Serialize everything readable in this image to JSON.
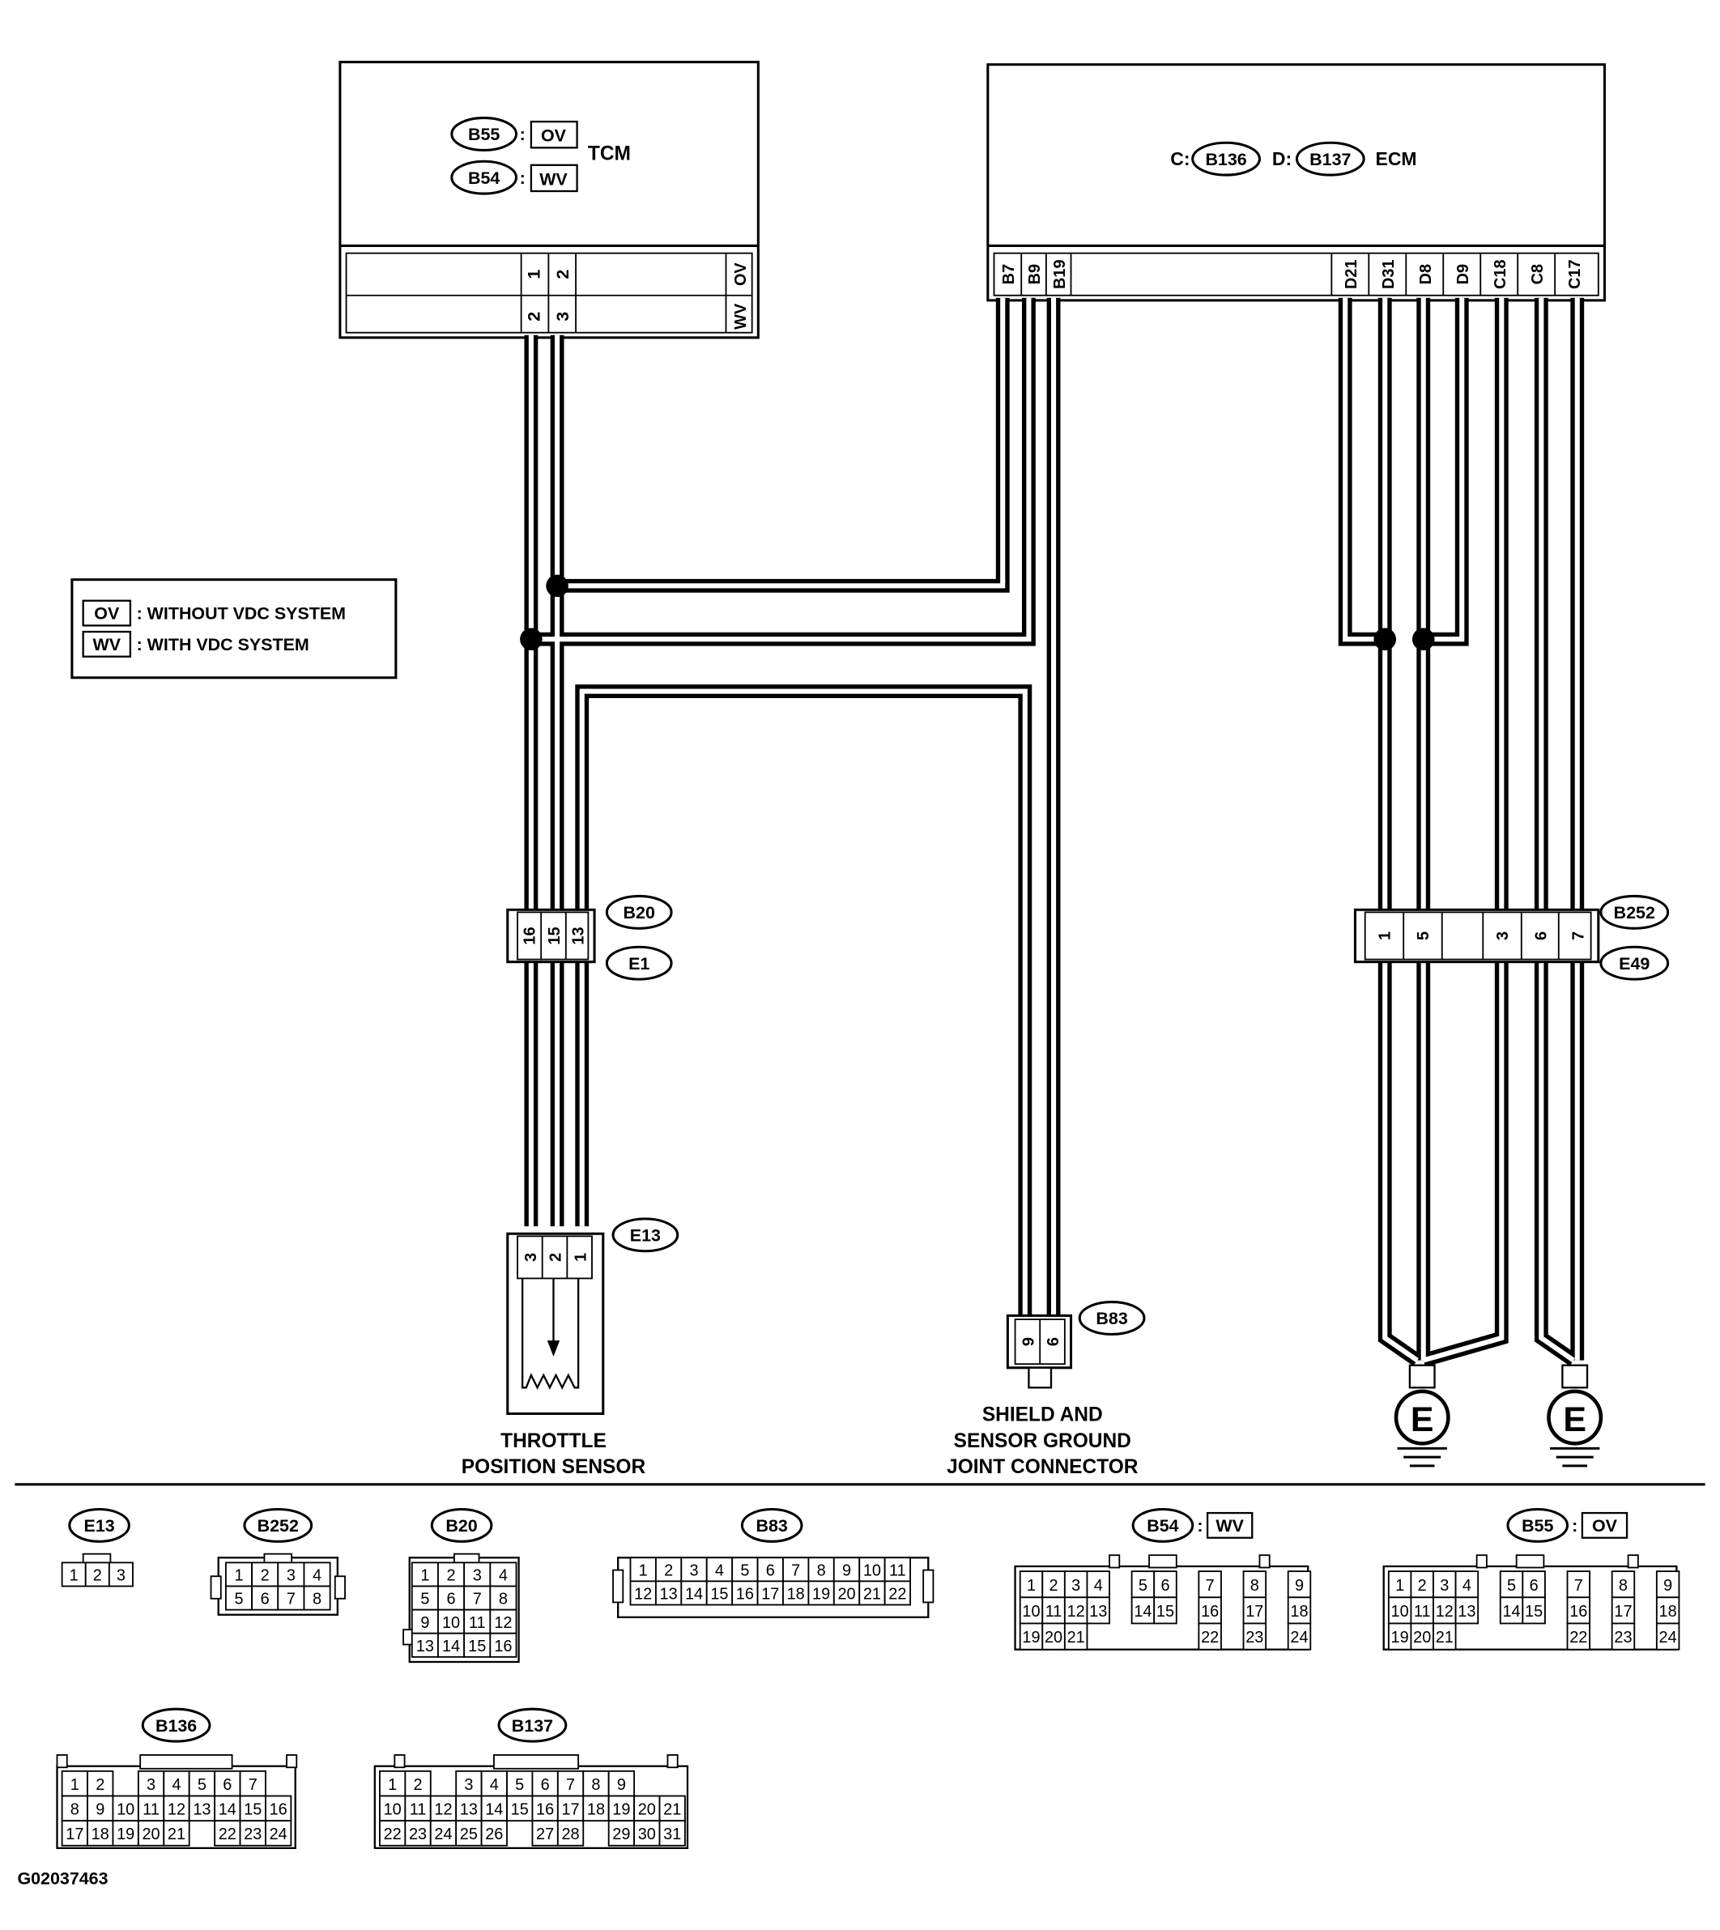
{
  "tcm": {
    "connector_a": "B55",
    "connector_b": "B54",
    "variant_a": "OV",
    "variant_b": "WV",
    "label": "TCM",
    "ov_pins": [
      "1",
      "2"
    ],
    "wv_pins": [
      "2",
      "3"
    ]
  },
  "ecm": {
    "prefix_c": "C:",
    "prefix_d": "D:",
    "connector_c": "B136",
    "connector_d": "B137",
    "label": "ECM",
    "pins_left": [
      "B7",
      "B9",
      "B19"
    ],
    "pins_right": [
      "D21",
      "D31",
      "D8",
      "D9",
      "C18",
      "C8",
      "C17"
    ]
  },
  "legend": {
    "ov_code": "OV",
    "ov_text": ": WITHOUT VDC SYSTEM",
    "wv_code": "WV",
    "wv_text": ": WITH VDC SYSTEM"
  },
  "b20_e1": {
    "top_label": "B20",
    "bottom_label": "E1",
    "pins": [
      "16",
      "15",
      "13"
    ]
  },
  "e13": {
    "label": "E13",
    "pins": [
      "3",
      "2",
      "1"
    ]
  },
  "b252_e49": {
    "top_label": "B252",
    "bottom_label": "E49",
    "pins": [
      "1",
      "5",
      "3",
      "6",
      "7"
    ]
  },
  "b83": {
    "label": "B83",
    "pins": [
      "9",
      "6"
    ]
  },
  "ground": {
    "symbol": "E"
  },
  "captions": {
    "throttle_line1": "THROTTLE",
    "throttle_line2": "POSITION SENSOR",
    "shield_line1": "SHIELD AND",
    "shield_line2": "SENSOR GROUND",
    "shield_line3": "JOINT CONNECTOR"
  },
  "connector_views": [
    {
      "id": "E13",
      "rows": [
        [
          "1",
          "2",
          "3"
        ]
      ]
    },
    {
      "id": "B252",
      "rows": [
        [
          "1",
          "2",
          "3",
          "4"
        ],
        [
          "5",
          "6",
          "7",
          "8"
        ]
      ]
    },
    {
      "id": "B20",
      "rows": [
        [
          "1",
          "2",
          "3",
          "4"
        ],
        [
          "5",
          "6",
          "7",
          "8"
        ],
        [
          "9",
          "10",
          "11",
          "12"
        ],
        [
          "13",
          "14",
          "15",
          "16"
        ]
      ]
    },
    {
      "id": "B83",
      "rows": [
        [
          "1",
          "2",
          "3",
          "4",
          "5",
          "6",
          "7",
          "8",
          "9",
          "10",
          "11"
        ],
        [
          "12",
          "13",
          "14",
          "15",
          "16",
          "17",
          "18",
          "19",
          "20",
          "21",
          "22"
        ]
      ]
    },
    {
      "id": "B54",
      "variant": "WV",
      "rows": [
        [
          "1",
          "2",
          "3",
          "4",
          "",
          "5",
          "6",
          "",
          "7",
          "",
          "8",
          "",
          "9"
        ],
        [
          "10",
          "11",
          "12",
          "13",
          "",
          "14",
          "15",
          "",
          "16",
          "",
          "17",
          "",
          "18"
        ],
        [
          "19",
          "20",
          "21",
          "",
          "",
          "",
          "",
          "",
          "22",
          "",
          "23",
          "",
          "24"
        ]
      ]
    },
    {
      "id": "B55",
      "variant": "OV",
      "rows": [
        [
          "1",
          "2",
          "3",
          "4",
          "",
          "5",
          "6",
          "",
          "7",
          "",
          "8",
          "",
          "9"
        ],
        [
          "10",
          "11",
          "12",
          "13",
          "",
          "14",
          "15",
          "",
          "16",
          "",
          "17",
          "",
          "18"
        ],
        [
          "19",
          "20",
          "21",
          "",
          "",
          "",
          "",
          "",
          "22",
          "",
          "23",
          "",
          "24"
        ]
      ]
    },
    {
      "id": "B136",
      "rows": [
        [
          "1",
          "2",
          "",
          "3",
          "4",
          "5",
          "6",
          "7"
        ],
        [
          "8",
          "9",
          "10",
          "11",
          "12",
          "13",
          "14",
          "15",
          "16"
        ],
        [
          "17",
          "18",
          "19",
          "20",
          "21",
          "",
          "22",
          "23",
          "24"
        ]
      ]
    },
    {
      "id": "B137",
      "rows": [
        [
          "1",
          "2",
          "",
          "3",
          "4",
          "5",
          "6",
          "7",
          "8",
          "9"
        ],
        [
          "10",
          "11",
          "12",
          "13",
          "14",
          "15",
          "16",
          "17",
          "18",
          "19",
          "20",
          "21"
        ],
        [
          "22",
          "23",
          "24",
          "25",
          "26",
          "",
          "27",
          "28",
          "",
          "29",
          "30",
          "31"
        ]
      ]
    }
  ],
  "figure_id": "G02037463"
}
